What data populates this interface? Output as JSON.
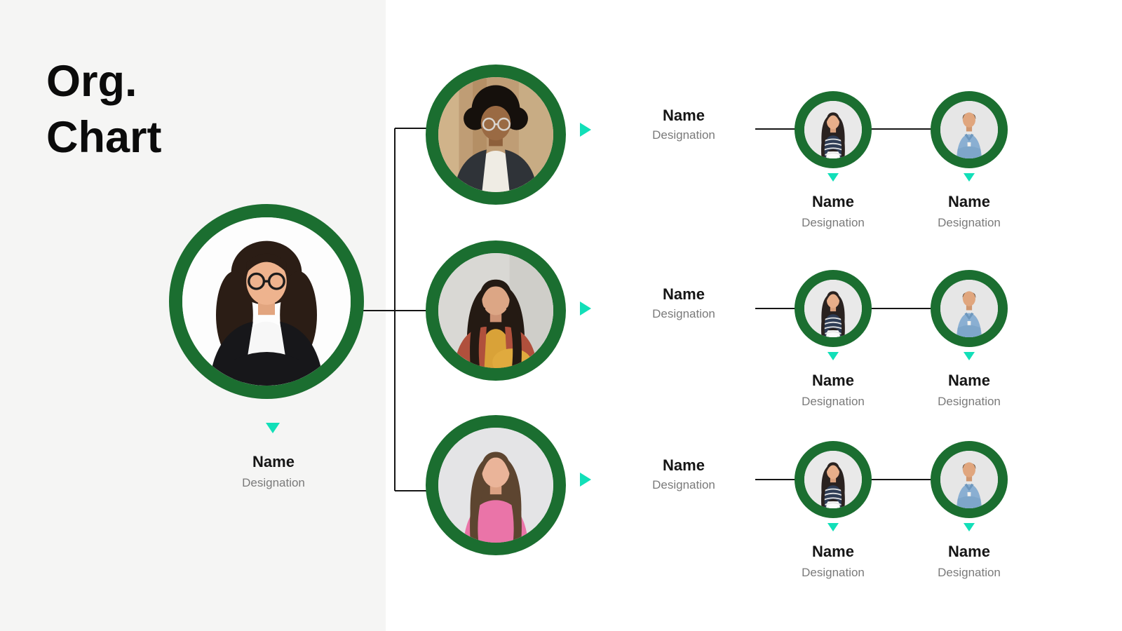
{
  "title": {
    "line1": "Org.",
    "line2": "Chart"
  },
  "root": {
    "name": "Name",
    "designation": "Designation",
    "photo": "woman-curly-hair-blazer"
  },
  "branches": [
    {
      "manager": {
        "name": "Name",
        "designation": "Designation",
        "photo": "man-afro-glasses"
      },
      "members": [
        {
          "name": "Name",
          "designation": "Designation",
          "photo": "woman-striped-top"
        },
        {
          "name": "Name",
          "designation": "Designation",
          "photo": "man-denim-shirt"
        }
      ]
    },
    {
      "manager": {
        "name": "Name",
        "designation": "Designation",
        "photo": "woman-rust-cardigan"
      },
      "members": [
        {
          "name": "Name",
          "designation": "Designation",
          "photo": "woman-striped-top"
        },
        {
          "name": "Name",
          "designation": "Designation",
          "photo": "man-denim-shirt"
        }
      ]
    },
    {
      "manager": {
        "name": "Name",
        "designation": "Designation",
        "photo": "woman-pink-sweater"
      },
      "members": [
        {
          "name": "Name",
          "designation": "Designation",
          "photo": "woman-striped-top"
        },
        {
          "name": "Name",
          "designation": "Designation",
          "photo": "man-denim-shirt"
        }
      ]
    }
  ],
  "colors": {
    "ring_green": "#1b6e30",
    "accent_teal": "#12dfb8",
    "connector": "#161616",
    "panel": "#f5f5f4",
    "name_text": "#151515",
    "designation_text": "#7a7a7a"
  }
}
